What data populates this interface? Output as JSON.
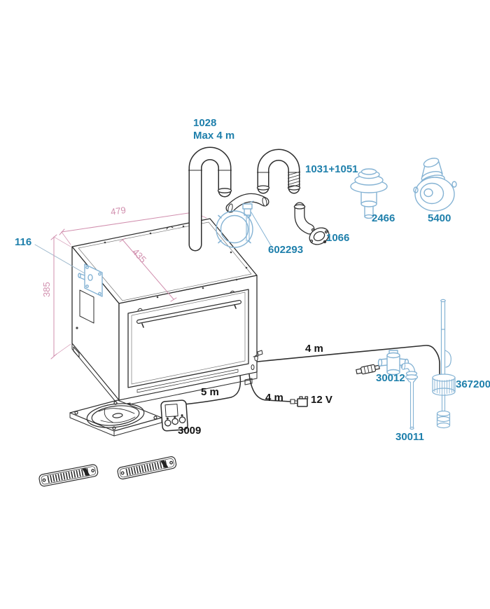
{
  "title": "Built-in oven installation parts diagram",
  "colors": {
    "part_label": "#1e7fab",
    "dimension_label": "#d18fae",
    "line_art": "#2e2e2e",
    "accessory_blue": "#85b3d4"
  },
  "oven": {
    "dimensions": {
      "width_mm": "479",
      "depth_mm": "435",
      "height_mm": "385"
    }
  },
  "parts": {
    "flue_pipe": {
      "id": "1028",
      "note": "Max 4 m"
    },
    "flue_top": {
      "id": "1031+1051"
    },
    "clamp": {
      "id": "602293"
    },
    "elbow": {
      "id": "1066"
    },
    "roof_cowl": {
      "id": "2466"
    },
    "wall_cowl": {
      "id": "5400"
    },
    "side_plate": {
      "id": "116"
    },
    "inline_valve": {
      "id": "30012"
    },
    "tank_fitting": {
      "id": "367200"
    },
    "intake_pump": {
      "id": "30011"
    },
    "control_panel": {
      "id": "3009"
    }
  },
  "cables": {
    "control_cable": "5 m",
    "power_cable": "4 m",
    "water_hose": "4 m",
    "power_supply": "12 V"
  }
}
